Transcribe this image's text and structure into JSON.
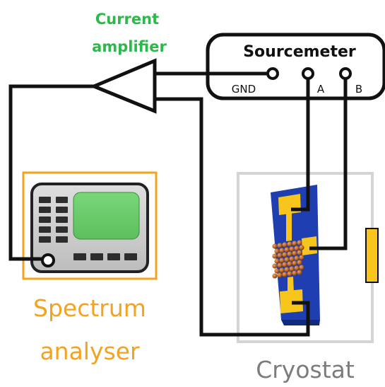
{
  "labels": {
    "current_amplifier_line1": "Current",
    "current_amplifier_line2": "amplifier",
    "sourcemeter": "Sourcemeter",
    "gnd": "GND",
    "terminal_a": "A",
    "terminal_b": "B",
    "spectrum_analyser_line1": "Spectrum",
    "spectrum_analyser_line2": "analyser",
    "cryostat": "Cryostat"
  },
  "colors": {
    "amplifier_label": "#2db84a",
    "spectrum_analyser": "#f5a21e",
    "cryostat": "#7c7c7c",
    "substrate": "#1f3fb0",
    "contact_pad": "#f7c51c",
    "nanostructure": "#b5652a",
    "analyser_screen": "#6ccd6c"
  }
}
